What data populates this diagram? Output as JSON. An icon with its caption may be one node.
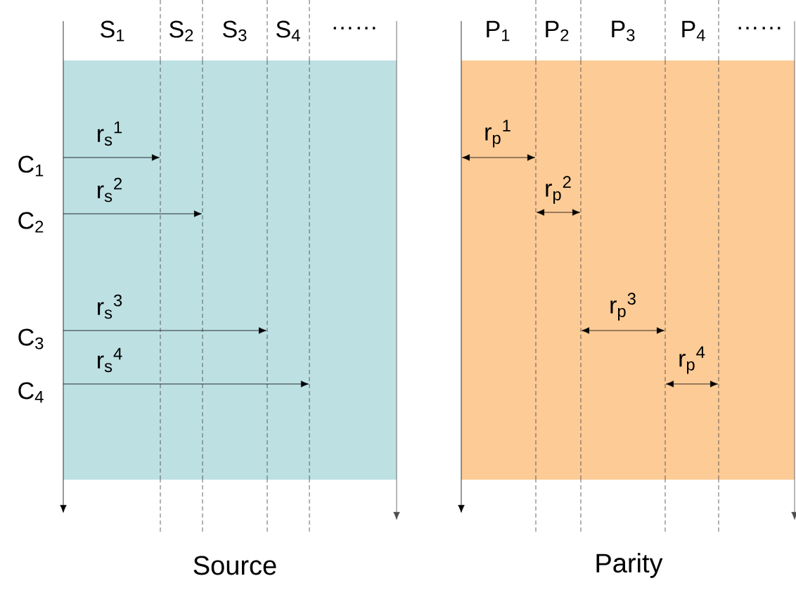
{
  "diagram": {
    "nodes": [
      {
        "text": [
          "Source"
        ]
      },
      {
        "text": [
          "Parity"
        ]
      }
    ],
    "labels": [
      "S$_{1}$",
      "S$_{2}$",
      "S$_{3}$",
      "S$_{4}$",
      "……",
      "P$_{1}$",
      "P$_{2}$",
      "P$_{3}$",
      "P$_{4}$",
      "……",
      "r$_{s}$$^{1}$",
      "r$_{p}$$^{1}$",
      "C$_{1}$",
      "r$_{s}$$^{2}$",
      "r$_{p}$$^{2}$",
      "C$_{2}$",
      "r$_{s}$$^{3}$",
      "r$_{p}$$^{3}$",
      "C$_{3}$",
      "r$_{s}$$^{4}$",
      "r$_{p}$$^{4}$",
      "C$_{4}$"
    ]
  }
}
